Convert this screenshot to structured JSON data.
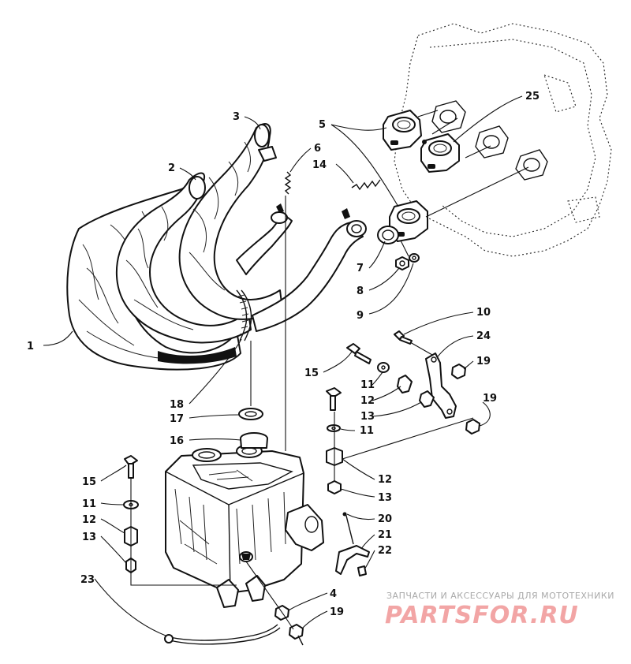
{
  "callouts": {
    "c1": "1",
    "c2": "2",
    "c3": "3",
    "c4": "4",
    "c5": "5",
    "c6": "6",
    "c7": "7",
    "c8": "8",
    "c9": "9",
    "c10": "10",
    "c11a": "11",
    "c11b": "11",
    "c11c": "11",
    "c12a": "12",
    "c12b": "12",
    "c12c": "12",
    "c13a": "13",
    "c13b": "13",
    "c13c": "13",
    "c14": "14",
    "c15a": "15",
    "c15b": "15",
    "c16": "16",
    "c17": "17",
    "c18": "18",
    "c19a": "19",
    "c19b": "19",
    "c19c": "19",
    "c20": "20",
    "c21": "21",
    "c22": "22",
    "c23": "23",
    "c24": "24",
    "c25": "25"
  },
  "watermark": {
    "tagline": "ЗАПЧАСТИ И АКСЕССУАРЫ ДЛЯ МОТОТЕХНИКИ",
    "logo": "PARTSFOR.RU"
  }
}
